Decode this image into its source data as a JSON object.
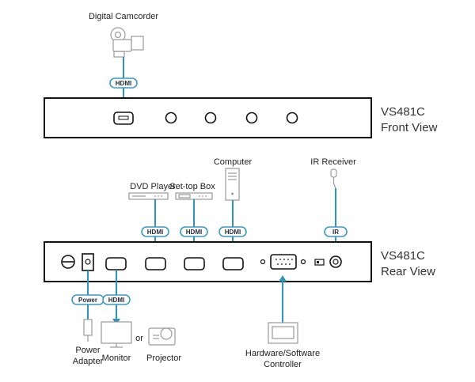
{
  "sources": {
    "camcorder": "Digital Camcorder",
    "dvd": "DVD Player",
    "settop": "Set-top Box",
    "computer": "Computer",
    "ir_receiver": "IR Receiver"
  },
  "unit": {
    "front_model": "VS481C",
    "front_view": "Front View",
    "rear_model": "VS481C",
    "rear_view": "Rear View"
  },
  "connectors": {
    "cam_hdmi": "HDMI",
    "dvd_hdmi": "HDMI",
    "settop_hdmi": "HDMI",
    "computer_hdmi": "HDMI",
    "ir": "IR",
    "power": "Power",
    "monitor_hdmi": "HDMI"
  },
  "outputs": {
    "power_adapter_line1": "Power",
    "power_adapter_line2": "Adapter",
    "monitor": "Monitor",
    "or": "or",
    "projector": "Projector",
    "controller_line1": "Hardware/Software",
    "controller_line2": "Controller"
  },
  "colors": {
    "wire": "#2f93bd",
    "device": "#9a9a9a",
    "outline": "#111111"
  }
}
